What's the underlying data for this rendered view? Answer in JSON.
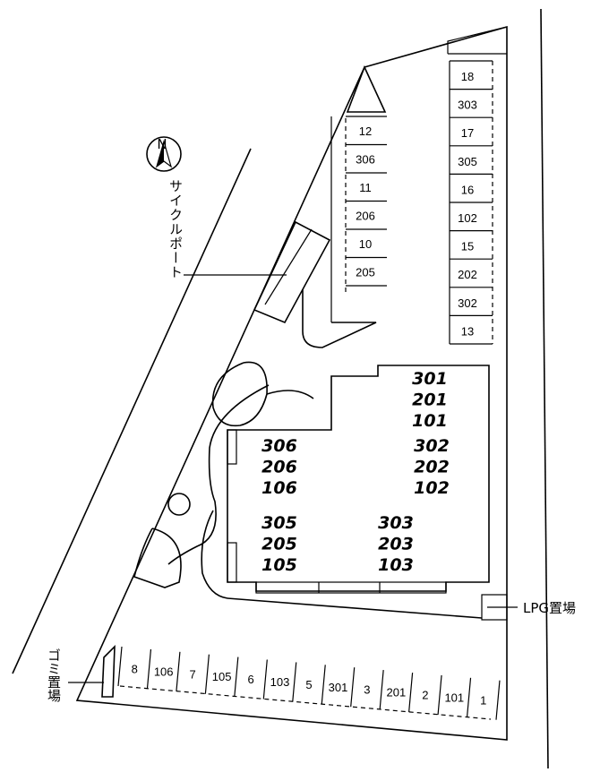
{
  "compass": {
    "label": "N"
  },
  "labels": {
    "cycle_port": "サイクルポート",
    "lpg": "LPG置場",
    "garbage": "ゴミ置場"
  },
  "parking_left_column": [
    "12",
    "306",
    "11",
    "206",
    "10",
    "205"
  ],
  "parking_right_column": [
    "18",
    "303",
    "17",
    "305",
    "16",
    "102",
    "15",
    "202",
    "302",
    "13"
  ],
  "parking_bottom_row": [
    "8",
    "106",
    "7",
    "105",
    "6",
    "103",
    "5",
    "301",
    "3",
    "201",
    "2",
    "101",
    "1"
  ],
  "building_units": {
    "top_right": [
      "301",
      "201",
      "101"
    ],
    "mid_left": [
      "306",
      "206",
      "106"
    ],
    "mid_right": [
      "302",
      "202",
      "102"
    ],
    "low_left": [
      "305",
      "205",
      "105"
    ],
    "low_right": [
      "303",
      "203",
      "103"
    ]
  }
}
